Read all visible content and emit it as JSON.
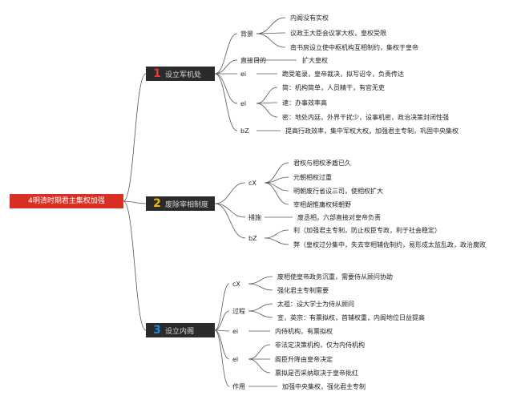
{
  "root": "4明清时期君主集权加强",
  "branches": [
    {
      "num": "1",
      "num_color": "#e53935",
      "label": "设立军机处",
      "groups": [
        {
          "label": "背景",
          "items": [
            "内阁没有实权",
            "议政王大臣会议掌大权，皇权受限",
            "南书房设立使中枢机构互相制约，集权于皇帝"
          ]
        },
        {
          "label": "直接目的",
          "items": [
            "扩大皇权"
          ]
        },
        {
          "label": "ei",
          "items": [
            "跪受笔录，皇帝裁决，拟写诏令，负责传达"
          ]
        },
        {
          "label": "el",
          "items": [
            "简：机构简单，人员精干，有官无吏",
            "速：办事效率高",
            "密：地处内廷，外界干扰少，设事机密，政治决策封闭性强"
          ]
        },
        {
          "label": "bZ",
          "items": [
            "提高行政效率，集中军权大权，加强君主专制，巩固中央集权"
          ]
        }
      ]
    },
    {
      "num": "2",
      "num_color": "#f2b705",
      "label": "废除宰相制度",
      "groups": [
        {
          "label": "cX",
          "items": [
            "君权与相权矛盾已久",
            "元朝相权过重",
            "明朝废行省设三司，使相权扩大",
            "宰相胡惟庸权倾朝野"
          ]
        },
        {
          "label": "措施",
          "items": [
            "废丞相，六部直接对皇帝负责"
          ]
        },
        {
          "label": "bZ",
          "items": [
            "利（加强君主专制，防止权臣专政，利于社会稳定）",
            "弊（皇权过分集中，失去宰相辅佐制约，易形成太监乱政，政治腐败"
          ]
        }
      ]
    },
    {
      "num": "3",
      "num_color": "#1e88e5",
      "label": "设立内阁",
      "groups": [
        {
          "label": "cX",
          "items": [
            "废相使皇帝政务沉重，需要侍从顾问协助",
            "强化君主专制需要"
          ]
        },
        {
          "label": "过程",
          "items": [
            "太祖：设大学士为侍从顾问",
            "宣，英宗：有票拟权，首辅权重，内阁地位日益提高"
          ]
        },
        {
          "label": "ei",
          "items": [
            "内侍机构，有票拟权"
          ]
        },
        {
          "label": "el",
          "items": [
            "非法定决策机构，仅为内侍机构",
            "阁臣升降由皇帝决定",
            "票拟是否采纳取决于皇帝批红"
          ]
        },
        {
          "label": "作用",
          "items": [
            "加强中央集权，强化君主专制"
          ]
        }
      ]
    }
  ]
}
